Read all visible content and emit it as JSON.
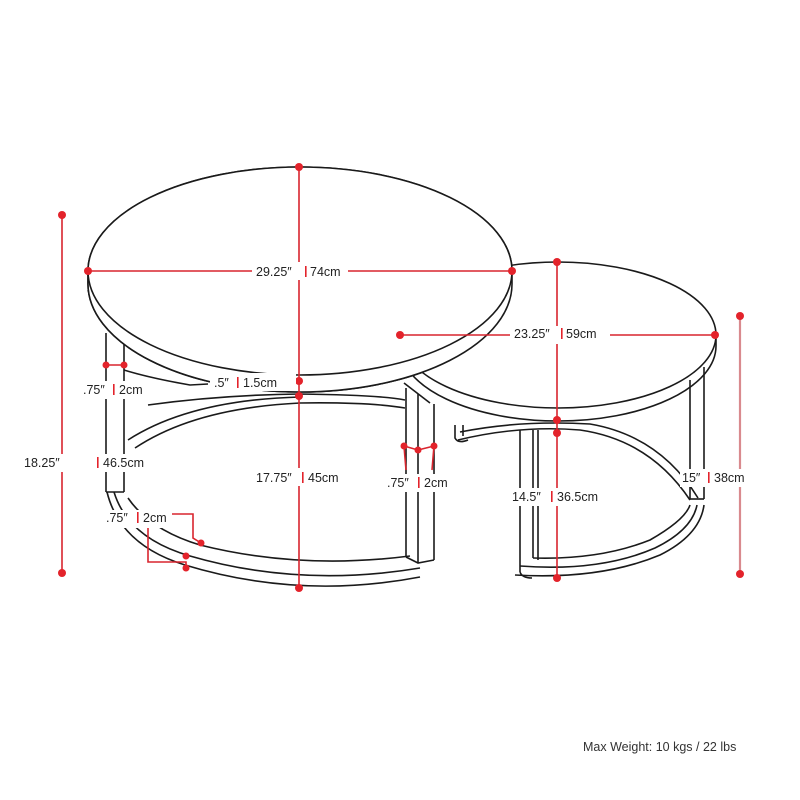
{
  "diagram": {
    "subject": "Nesting round coffee tables dimension drawing",
    "colors": {
      "outline": "#1a1a1a",
      "dimension_line": "#d9252e",
      "dimension_point": "#e3232b",
      "text": "#222222",
      "background": "#ffffff"
    },
    "dimensions": {
      "large_top_diameter": {
        "imperial": "29.25″",
        "metric": "74cm"
      },
      "small_top_diameter": {
        "imperial": "23.25″",
        "metric": "59cm"
      },
      "large_top_thickness": {
        "imperial": ".5″",
        "metric": "1.5cm"
      },
      "large_leg_width": {
        "imperial": ".75″",
        "metric": "2cm"
      },
      "large_overall_height": {
        "imperial": "18.25″",
        "metric": "46.5cm"
      },
      "large_clearance_height": {
        "imperial": "17.75″",
        "metric": "45cm"
      },
      "large_base_ring_width": {
        "imperial": ".75″",
        "metric": "2cm"
      },
      "small_leg_width": {
        "imperial": ".75″",
        "metric": "2cm"
      },
      "small_clearance_height": {
        "imperial": "14.5″",
        "metric": "36.5cm"
      },
      "small_overall_height": {
        "imperial": "15″",
        "metric": "38cm"
      }
    },
    "separator": "|"
  },
  "footer": {
    "max_weight": "Max Weight: 10 kgs / 22 lbs"
  }
}
